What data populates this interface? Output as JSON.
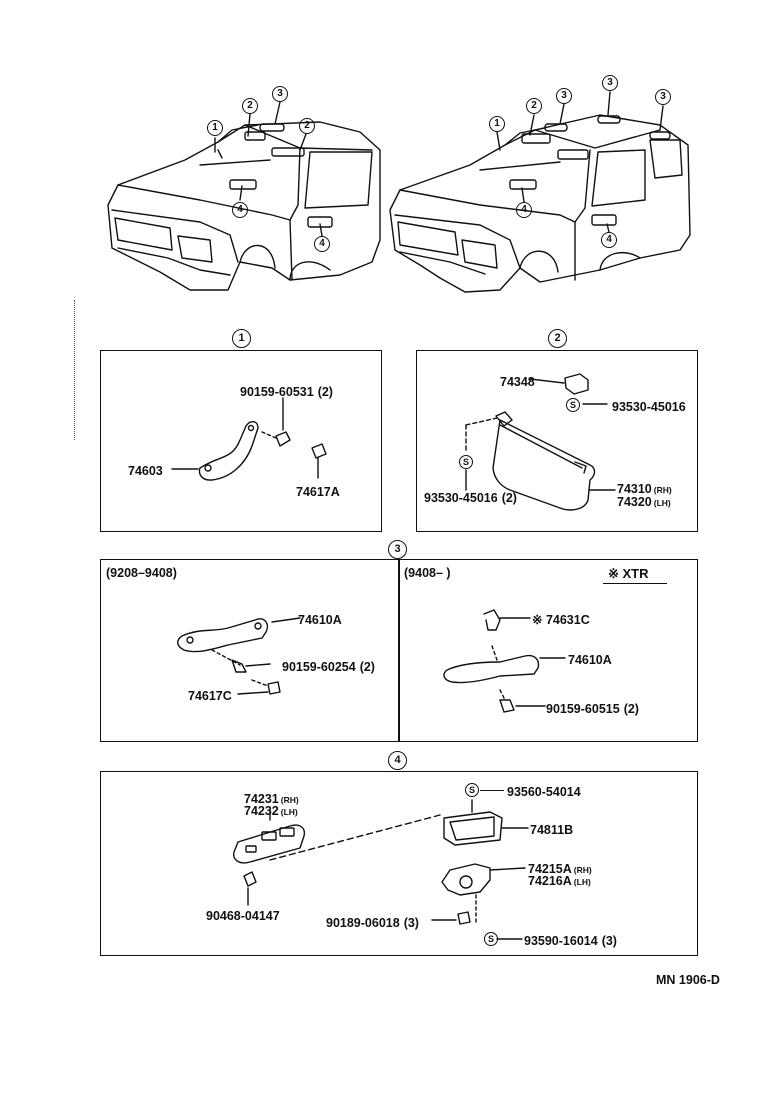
{
  "overview": {
    "left_callouts": [
      "1",
      "2",
      "3",
      "2",
      "4",
      "4"
    ],
    "right_callouts": [
      "1",
      "2",
      "3",
      "3",
      "3",
      "4",
      "4"
    ]
  },
  "section1": {
    "marker": "1",
    "parts": [
      {
        "number": "90159-60531",
        "suffix": "(2)"
      },
      {
        "number": "74603",
        "suffix": ""
      },
      {
        "number": "74617A",
        "suffix": ""
      }
    ]
  },
  "section2": {
    "marker": "2",
    "parts": [
      {
        "number": "74348",
        "suffix": ""
      },
      {
        "number": "93530-45016",
        "suffix": "",
        "ref": "S"
      },
      {
        "number": "93530-45016",
        "suffix": "(2)",
        "ref": "S"
      },
      {
        "number": "74310",
        "suffix": "(RH)"
      },
      {
        "number": "74320",
        "suffix": "(LH)"
      }
    ]
  },
  "section3": {
    "marker": "3",
    "left_period": "(9208–9408)",
    "right_period": "(9408–        )",
    "right_note": "※ XTR",
    "left_parts": [
      {
        "number": "74610A",
        "suffix": ""
      },
      {
        "number": "90159-60254",
        "suffix": "(2)"
      },
      {
        "number": "74617C",
        "suffix": ""
      }
    ],
    "right_parts": [
      {
        "number": "※ 74631C",
        "suffix": ""
      },
      {
        "number": "74610A",
        "suffix": ""
      },
      {
        "number": "90159-60515",
        "suffix": "(2)"
      }
    ]
  },
  "section4": {
    "marker": "4",
    "parts": [
      {
        "number": "74231",
        "suffix": "(RH)"
      },
      {
        "number": "74232",
        "suffix": "(LH)"
      },
      {
        "number": "93560-54014",
        "suffix": "",
        "ref": "S"
      },
      {
        "number": "74811B",
        "suffix": ""
      },
      {
        "number": "74215A",
        "suffix": "(RH)"
      },
      {
        "number": "74216A",
        "suffix": "(LH)"
      },
      {
        "number": "90468-04147",
        "suffix": ""
      },
      {
        "number": "90189-06018",
        "suffix": "(3)"
      },
      {
        "number": "93590-16014",
        "suffix": "(3)",
        "ref": "S"
      }
    ]
  },
  "footer": {
    "code": "MN  1906-D"
  }
}
